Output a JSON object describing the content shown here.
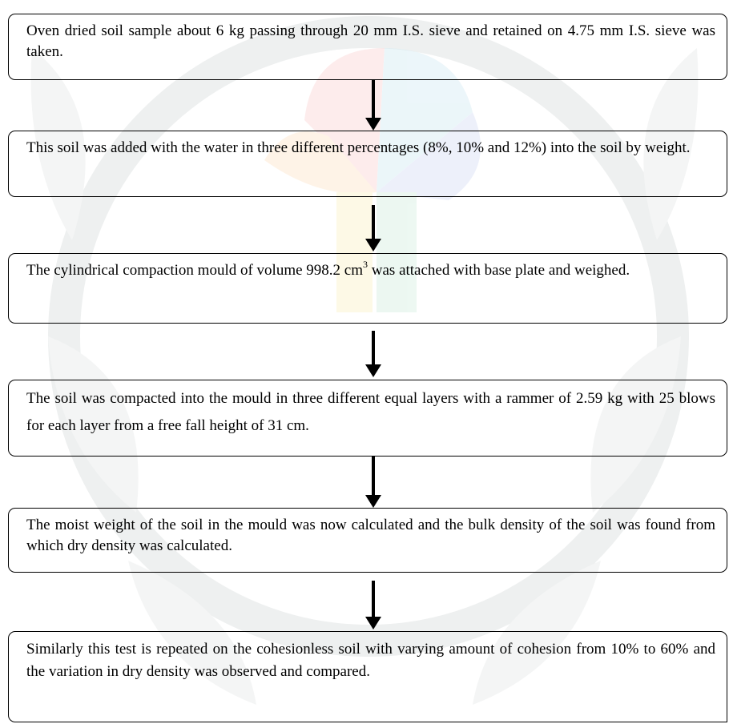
{
  "steps": [
    {
      "text": "Oven dried soil sample about 6 kg passing through 20 mm I.S. sieve and retained on 4.75 mm I.S. sieve was taken."
    },
    {
      "text": "This soil was added with the water in three different percentages (8%, 10% and 12%) into the soil by weight."
    },
    {
      "text_before": "The cylindrical compaction mould of volume 998.2 cm",
      "superscript": "3",
      "text_after": " was attached with base plate and weighed."
    },
    {
      "text": "The soil was compacted into the mould in three different equal layers with a rammer of 2.59 kg with 25 blows for each layer from a free fall height of 31 cm."
    },
    {
      "text": "The moist weight of the soil in the mould was now calculated and the bulk density of the soil was found from which dry density was calculated."
    },
    {
      "text": "Similarly this test is repeated on the cohesionless soil with varying amount of cohesion from 10% to 60% and the variation in dry density was observed and compared."
    }
  ],
  "colors": {
    "border": "#000000",
    "text": "#000000",
    "arrow": "#000000",
    "watermark": "#f3f4f4"
  }
}
